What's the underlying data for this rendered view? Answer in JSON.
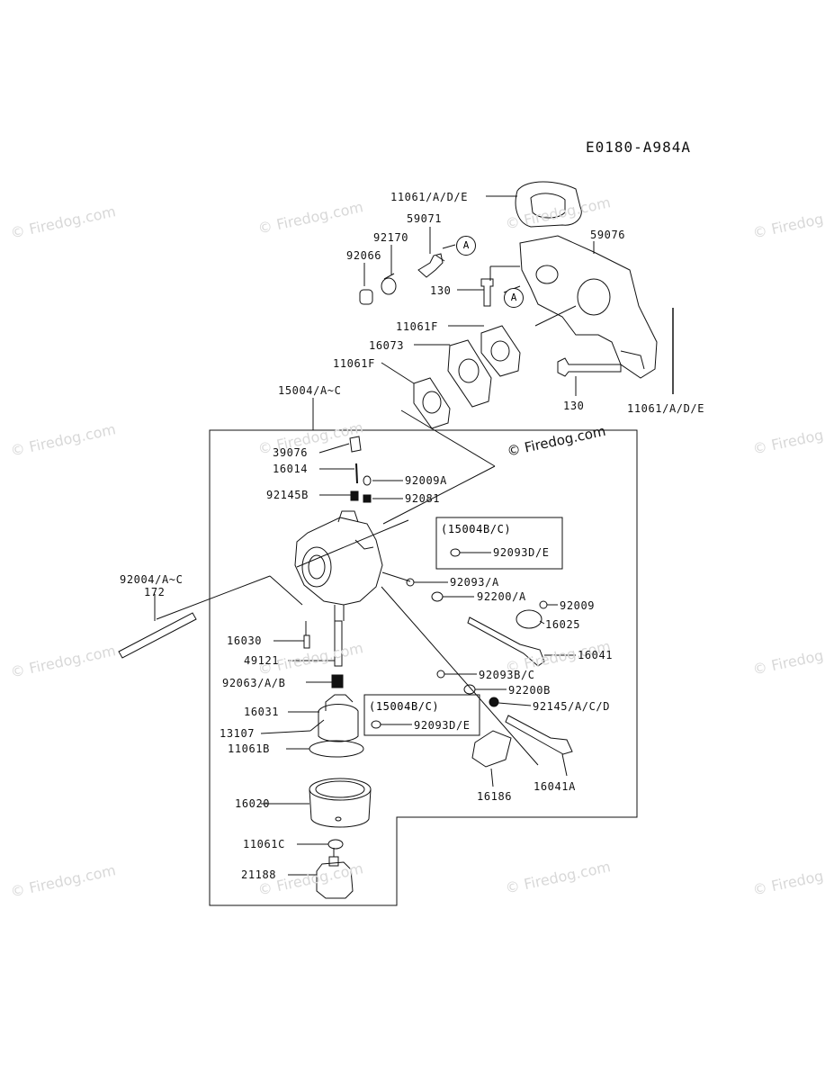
{
  "diagram_code": "E0180-A984A",
  "watermark": "© Firedog.com",
  "callouts": {
    "a1": "A",
    "a2": "A"
  },
  "box_header": "(15004B/C)",
  "labels": {
    "l11061ade_top": "11061/A/D/E",
    "l59071": "59071",
    "l92170": "92170",
    "l92066": "92066",
    "l59076": "59076",
    "l130_a": "130",
    "l11061f_a": "11061F",
    "l16073": "16073",
    "l11061f_b": "11061F",
    "l130_b": "130",
    "l11061ade_bot": "11061/A/D/E",
    "l15004": "15004/A~C",
    "l39076": "39076",
    "l16014": "16014",
    "l92009a": "92009A",
    "l92145b": "92145B",
    "l92081": "92081",
    "l92093de_a": "92093D/E",
    "l92004": "92004/A~C",
    "l172": "172",
    "l92093a": "92093/A",
    "l92200a": "92200/A",
    "l92009": "92009",
    "l16025": "16025",
    "l16030": "16030",
    "l49121": "49121",
    "l16041": "16041",
    "l92063": "92063/A/B",
    "l92093bc": "92093B/C",
    "l92200b": "92200B",
    "l16031": "16031",
    "l92145acd": "92145/A/C/D",
    "l13107": "13107",
    "l92093de_b": "92093D/E",
    "l11061b": "11061B",
    "l16041a": "16041A",
    "l16186": "16186",
    "l16020": "16020",
    "l11061c": "11061C",
    "l21188": "21188"
  }
}
